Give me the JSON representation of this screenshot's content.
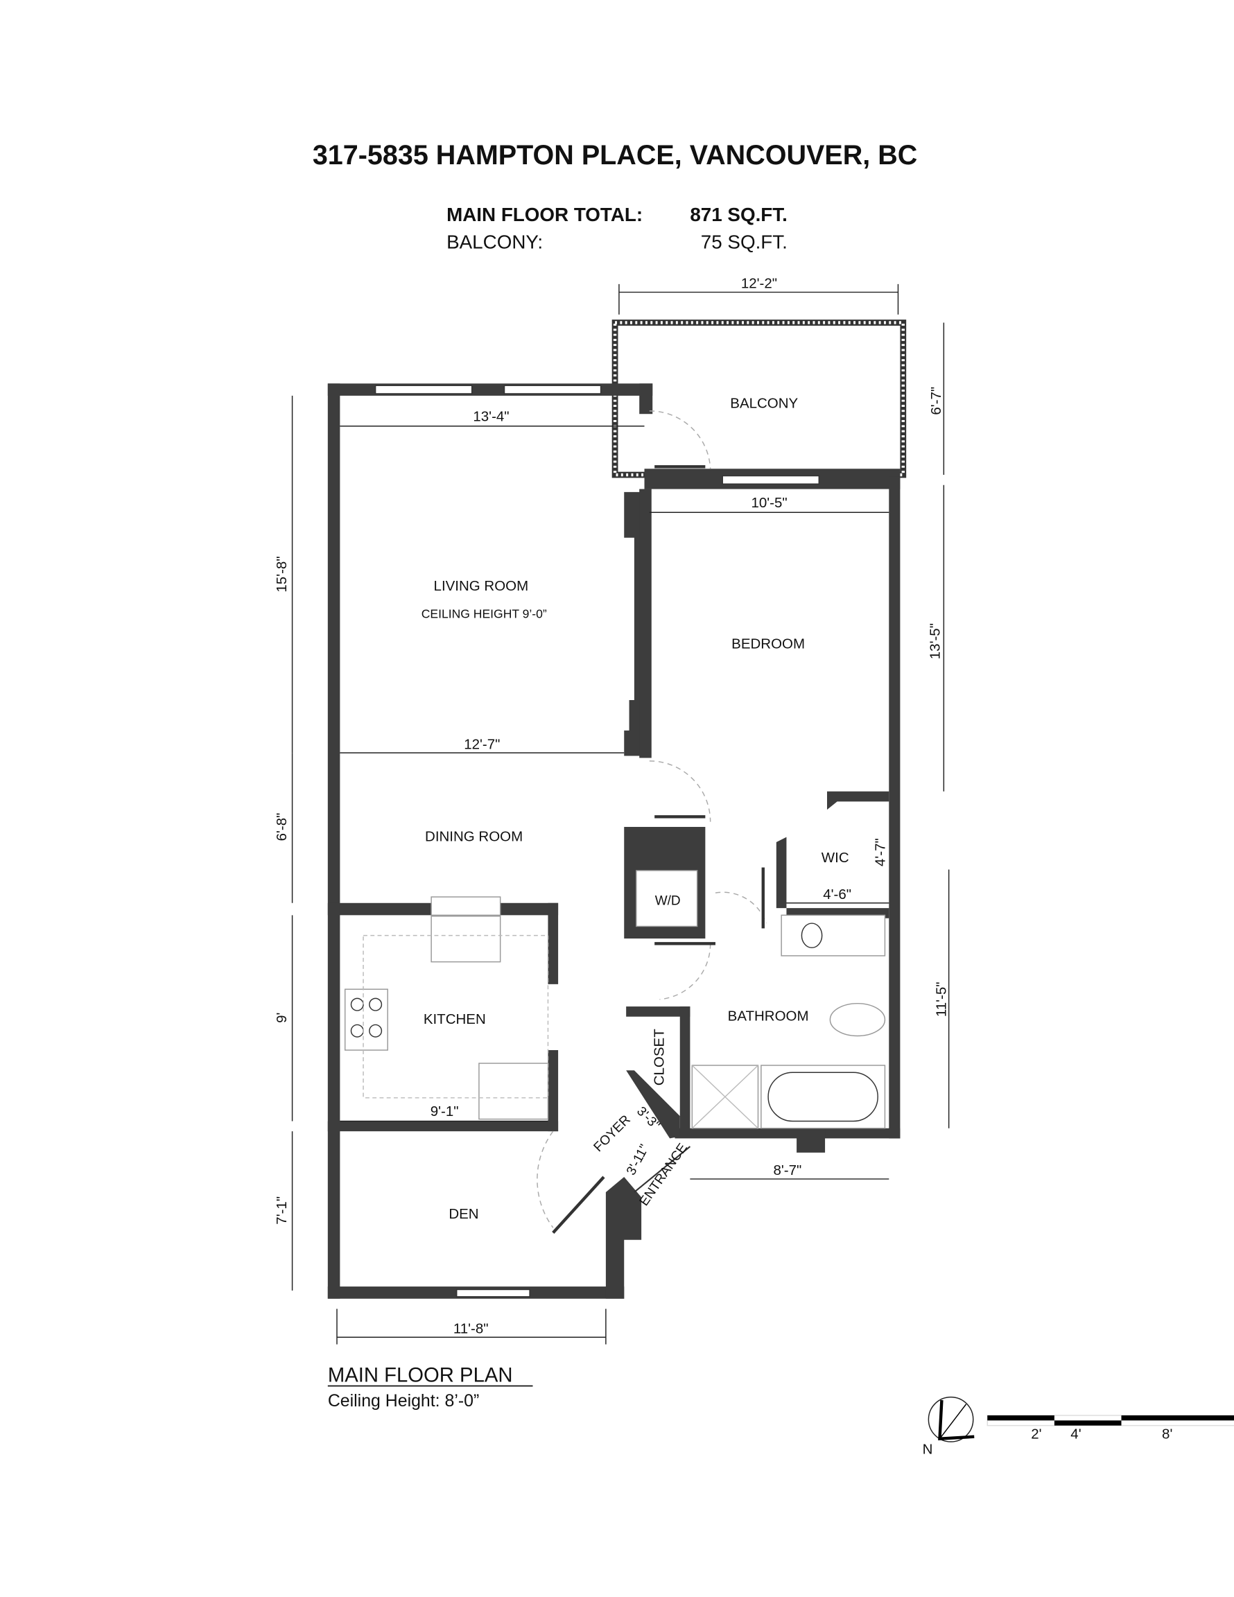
{
  "title": "317-5835 HAMPTON PLACE, VANCOUVER, BC",
  "areas": {
    "main_label": "MAIN FLOOR TOTAL:",
    "main_value": "871 SQ.FT.",
    "balcony_label": "BALCONY:",
    "balcony_value": "75 SQ.FT."
  },
  "rooms": {
    "balcony": "BALCONY",
    "living": "LIVING ROOM",
    "living_ceiling": "CEILING HEIGHT 9’-0”",
    "bedroom": "BEDROOM",
    "dining": "DINING ROOM",
    "wic": "WIC",
    "wd": "W/D",
    "kitchen": "KITCHEN",
    "bathroom": "BATHROOM",
    "closet": "CLOSET",
    "foyer": "FOYER",
    "entrance": "ENTRANCE",
    "den": "DEN"
  },
  "dimensions": {
    "balcony_w": "12'-2\"",
    "balcony_h": "6'-7\"",
    "living_w": "13'-4\"",
    "living_h": "15'-8\"",
    "bedroom_w": "10'-5\"",
    "bedroom_h": "13'-5\"",
    "dining_w": "12'-7\"",
    "dining_h": "6'-8\"",
    "wic_h": "4'-7\"",
    "wic_w": "4'-6\"",
    "bath_h": "11'-5\"",
    "bath_w": "8'-7\"",
    "kitchen_h": "9'",
    "kitchen_w": "9'-1\"",
    "foyer_a": "3'-3\"",
    "foyer_b": "3'-11\"",
    "den_h": "7'-1\"",
    "den_w": "11'-8\""
  },
  "plan_title": "MAIN FLOOR PLAN",
  "plan_ceiling": "Ceiling Height: 8’-0”",
  "compass_label": "N",
  "scale": {
    "t2": "2'",
    "t4": "4'",
    "t8": "8'"
  }
}
